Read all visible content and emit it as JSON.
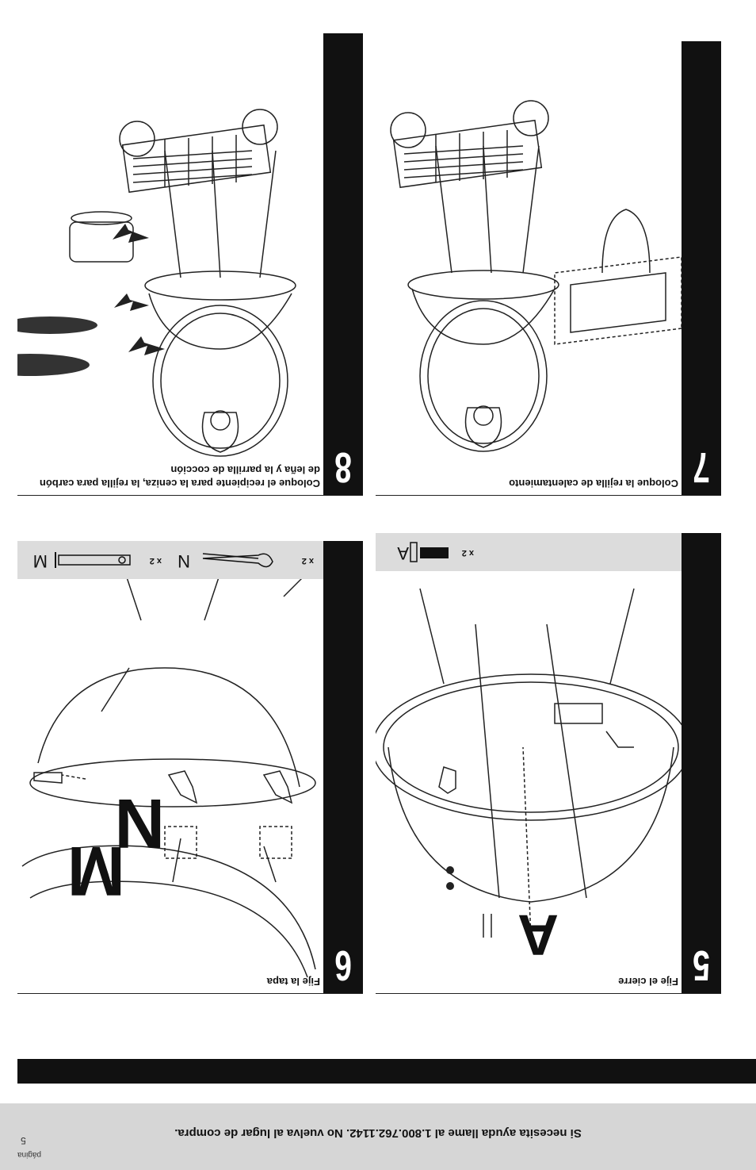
{
  "footer": {
    "help_text": "Si necesita ayuda llame al 1.800.762.1142. No vuelva al lugar de compra.",
    "page_label": "página",
    "page_number": "5"
  },
  "steps": [
    {
      "number": "5",
      "caption": "Fije el cierre",
      "callouts": [
        "A"
      ],
      "parts": [
        {
          "label": "A",
          "qty": "x 2"
        }
      ]
    },
    {
      "number": "6",
      "caption": "Fije la tapa",
      "callouts": [
        "M",
        "N"
      ],
      "parts": [
        {
          "label": "M",
          "qty": "x 2"
        },
        {
          "label": "N",
          "qty": "x 2"
        }
      ]
    },
    {
      "number": "7",
      "caption": "Coloque la rejilla de calentamiento"
    },
    {
      "number": "8",
      "caption": "Coloque el recipiente para la ceniza, la rejilla para carbón de leña y la parrilla de cocción"
    }
  ]
}
